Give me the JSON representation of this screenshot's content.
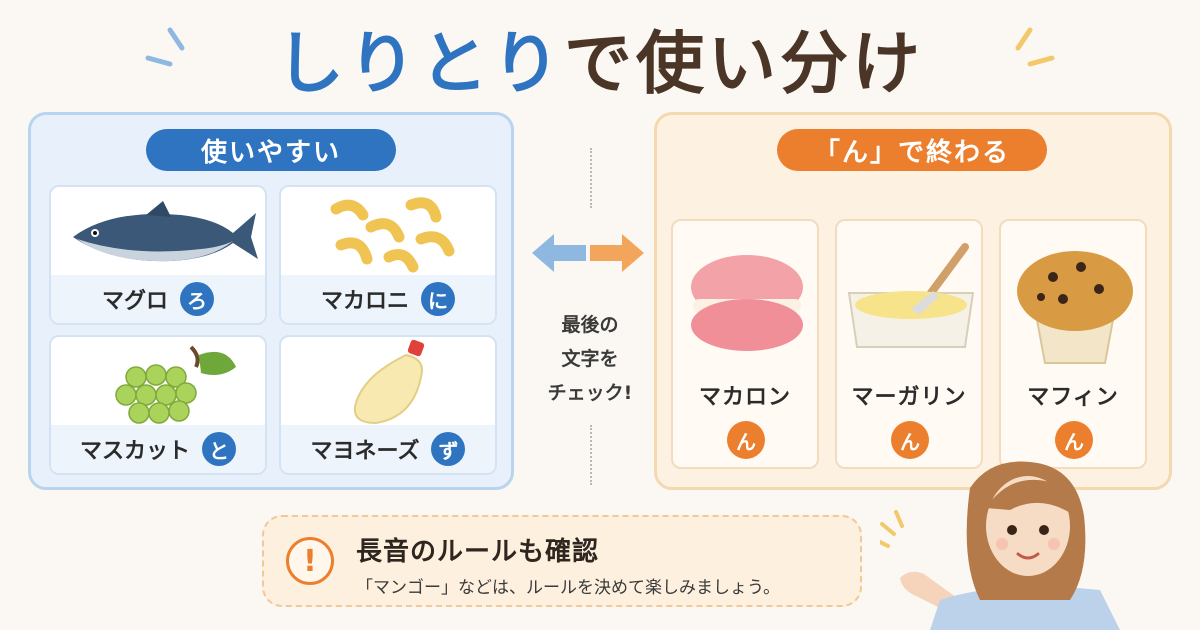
{
  "title": {
    "part1": "しりとり",
    "part2": "で使い分け"
  },
  "left_panel": {
    "heading": "使いやすい",
    "items": [
      {
        "label": "マグロ",
        "badge": "ろ",
        "icon": "tuna-fish-icon"
      },
      {
        "label": "マカロニ",
        "badge": "に",
        "icon": "macaroni-icon"
      },
      {
        "label": "マスカット",
        "badge": "と",
        "icon": "grapes-icon"
      },
      {
        "label": "マヨネーズ",
        "badge": "ず",
        "icon": "mayonnaise-icon"
      }
    ]
  },
  "middle": {
    "text_lines": [
      "最後の",
      "文字を",
      "チェック!"
    ],
    "icon": "double-arrow-icon"
  },
  "right_panel": {
    "heading": "「ん」で終わる",
    "items": [
      {
        "label": "マカロン",
        "badge": "ん",
        "icon": "macaron-icon"
      },
      {
        "label": "マーガリン",
        "badge": "ん",
        "icon": "margarine-icon"
      },
      {
        "label": "マフィン",
        "badge": "ん",
        "icon": "muffin-icon"
      }
    ]
  },
  "note": {
    "icon": "exclamation-icon",
    "title": "長音のルールも確認",
    "text": "「マンゴー」などは、ルールを決めて楽しみましょう。"
  },
  "colors": {
    "blue": "#2f74c0",
    "orange": "#ec7f2e",
    "brown": "#4a3527"
  }
}
